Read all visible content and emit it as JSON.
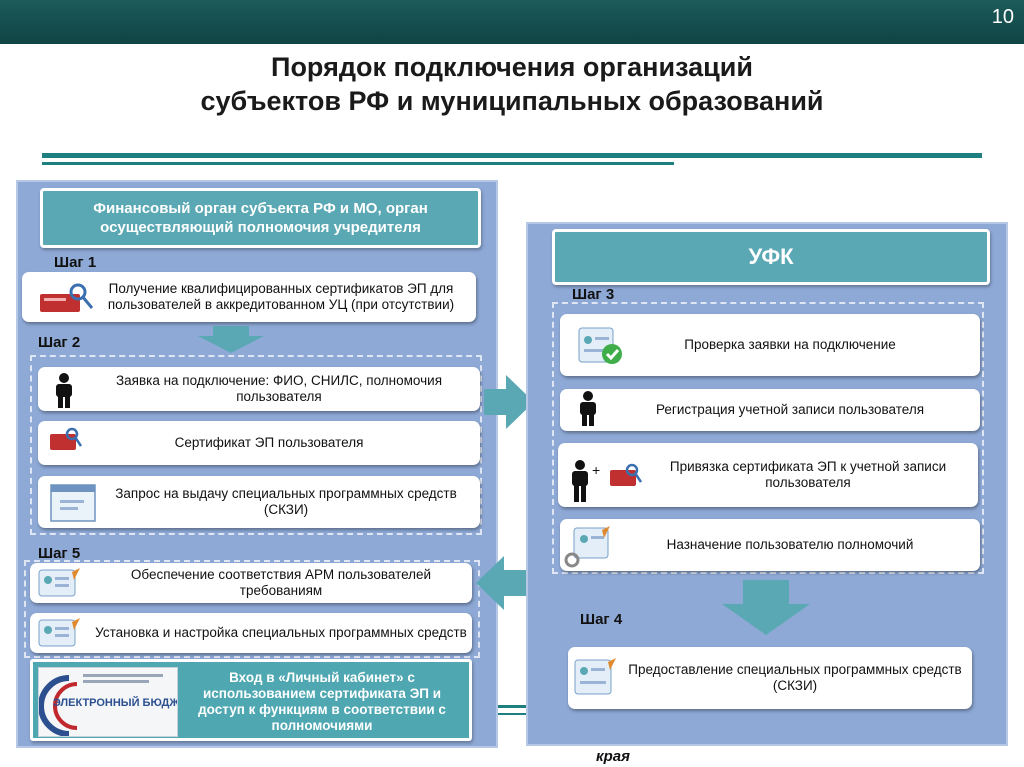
{
  "slide": {
    "number": "10"
  },
  "title": {
    "line1": "Порядок подключения организаций",
    "line2": "субъектов РФ и муниципальных образований"
  },
  "left_panel": {
    "header": "Финансовый орган субъекта РФ и МО, орган осуществляющий полномочия учредителя",
    "step1": {
      "label": "Шаг 1",
      "item": "Получение квалифицированных сертификатов ЭП для пользователей в аккредитованном УЦ (при отсутствии)"
    },
    "step2": {
      "label": "Шаг 2",
      "items": [
        "Заявка на подключение: ФИО, СНИЛС, полномочия пользователя",
        "Сертификат ЭП пользователя",
        "Запрос на выдачу специальных программных средств (СКЗИ)"
      ]
    },
    "step5": {
      "label": "Шаг 5",
      "items": [
        "Обеспечение соответствия АРМ пользователей требованиям",
        "Установка и настройка специальных программных средств",
        "Вход в «Личный кабинет» с использованием сертификата ЭП и доступ к функциям в соответствии с полномочиями"
      ]
    },
    "logo": {
      "caption": "ЭЛЕКТРОННЫЙ БЮДЖЕТ"
    }
  },
  "right_panel": {
    "header": "УФК",
    "step3": {
      "label": "Шаг 3",
      "items": [
        "Проверка заявки на подключение",
        "Регистрация учетной записи пользователя",
        "Привязка сертификата ЭП к учетной записи пользователя",
        "Назначение пользователю полномочий"
      ]
    },
    "step4": {
      "label": "Шаг 4",
      "item": "Предоставление специальных программных средств (СКЗИ)"
    }
  },
  "footer": {
    "fragment": "края"
  },
  "colors": {
    "panel": "#8ea9d6",
    "header": "#5aa8b4",
    "arrow": "#5aa8b4",
    "topbar": "#1d5a5a"
  }
}
